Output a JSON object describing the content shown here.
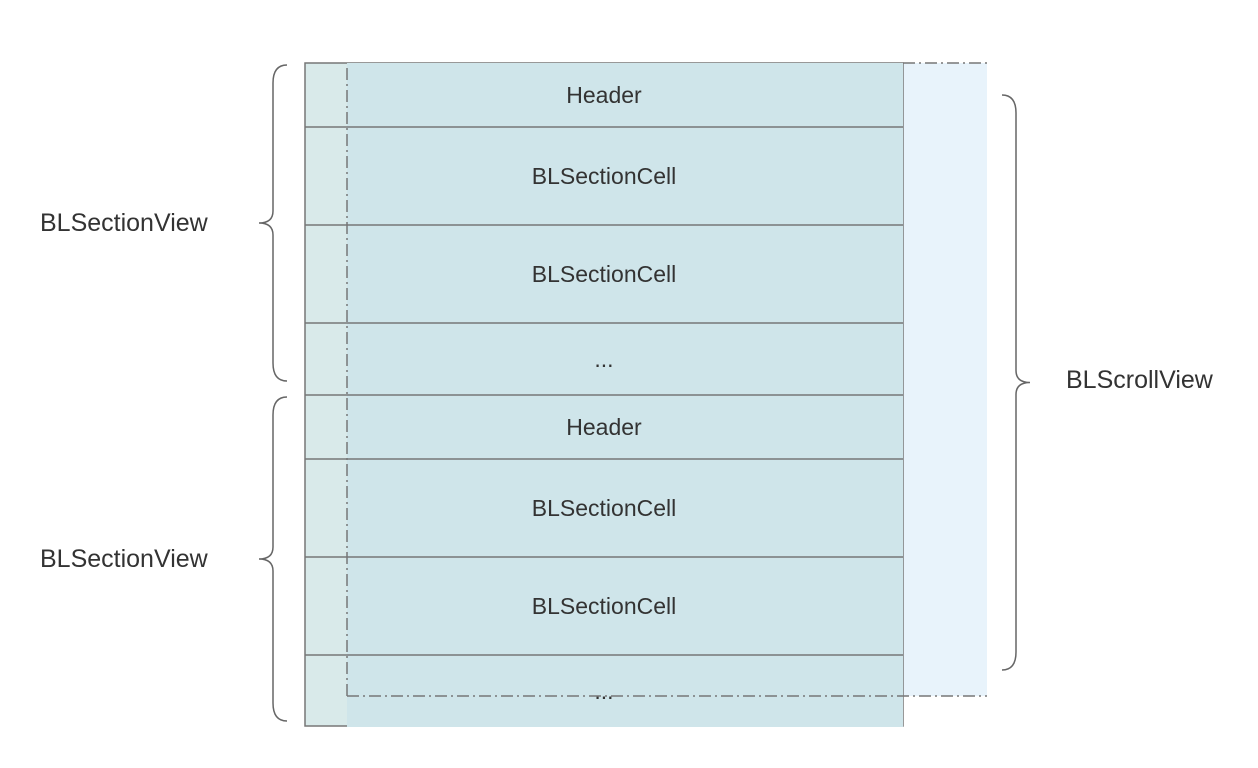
{
  "colors": {
    "section_bg": "#d9eaea",
    "scroll_bg": "#e8f3fb",
    "cell_bg": "#cfe5ea",
    "cell_border": "#777777",
    "dash_line": "#777777",
    "brace": "#666666",
    "text": "#333333"
  },
  "sections": [
    {
      "label": "BLSectionView",
      "rows": [
        {
          "label": "Header",
          "kind": "header"
        },
        {
          "label": "BLSectionCell",
          "kind": "cell"
        },
        {
          "label": "BLSectionCell",
          "kind": "cell"
        },
        {
          "label": "...",
          "kind": "more"
        }
      ]
    },
    {
      "label": "BLSectionView",
      "rows": [
        {
          "label": "Header",
          "kind": "header"
        },
        {
          "label": "BLSectionCell",
          "kind": "cell"
        },
        {
          "label": "BLSectionCell",
          "kind": "cell"
        },
        {
          "label": "...",
          "kind": "more"
        }
      ]
    }
  ],
  "scroll_view": {
    "label": "BLScrollView"
  }
}
